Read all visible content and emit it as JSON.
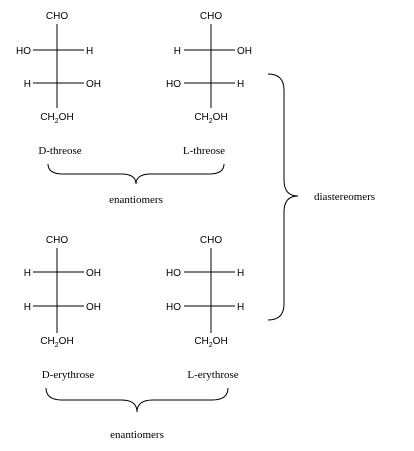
{
  "colors": {
    "ink": "#000000",
    "background": "#ffffff"
  },
  "molecules": [
    {
      "name": "D-threose",
      "top_group": "CHO",
      "row1": {
        "left": "HO",
        "right": "H"
      },
      "row2": {
        "left": "H",
        "right": "OH"
      },
      "bottom_group": {
        "main": "CH",
        "subscript": "2",
        "tail": "OH"
      }
    },
    {
      "name": "L-threose",
      "top_group": "CHO",
      "row1": {
        "left": "H",
        "right": "OH"
      },
      "row2": {
        "left": "HO",
        "right": "H"
      },
      "bottom_group": {
        "main": "CH",
        "subscript": "2",
        "tail": "OH"
      }
    },
    {
      "name": "D-erythrose",
      "top_group": "CHO",
      "row1": {
        "left": "H",
        "right": "OH"
      },
      "row2": {
        "left": "H",
        "right": "OH"
      },
      "bottom_group": {
        "main": "CH",
        "subscript": "2",
        "tail": "OH"
      }
    },
    {
      "name": "L-erythrose",
      "top_group": "CHO",
      "row1": {
        "left": "HO",
        "right": "H"
      },
      "row2": {
        "left": "HO",
        "right": "H"
      },
      "bottom_group": {
        "main": "CH",
        "subscript": "2",
        "tail": "OH"
      }
    }
  ],
  "relations": {
    "threose_pair": "enantiomers",
    "erythrose_pair": "enantiomers",
    "cross_pair": "diastereomers"
  }
}
